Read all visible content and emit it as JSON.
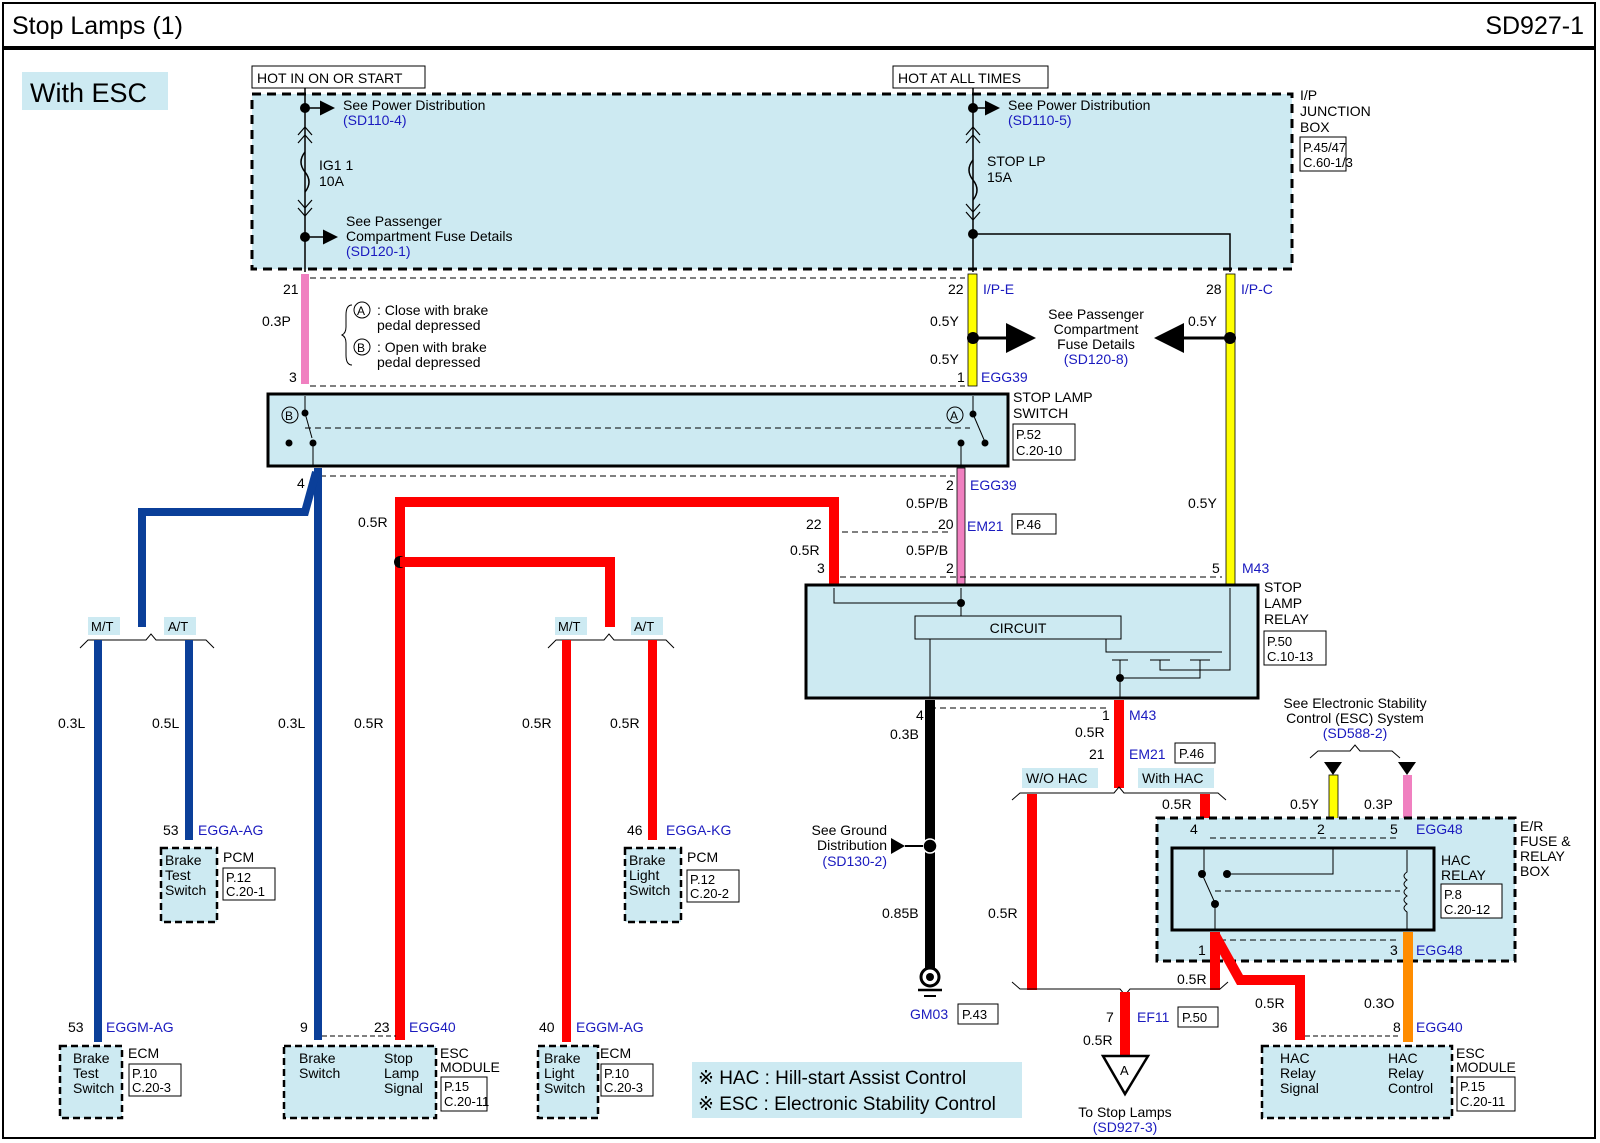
{
  "header": {
    "title": "Stop Lamps (1)",
    "code": "SD927-1"
  },
  "variant_label": "With ESC",
  "colors": {
    "pink": "#f080c0",
    "yellow": "#ffff00",
    "blue": "#0b3f99",
    "red": "#ff0000",
    "black": "#000000",
    "orange": "#ff8c00",
    "box_fill": "#cdeaf2",
    "link_blue": "#1a1abf"
  },
  "power": {
    "hot_on_start": "HOT IN ON OR START",
    "hot_all_times": "HOT AT ALL TIMES",
    "left": {
      "see_power": "See Power Distribution",
      "see_power_ref": "(SD110-4)",
      "fuse_name": "IG1 1",
      "fuse_amp": "10A",
      "see_pass_1": "See Passenger",
      "see_pass_2": "Compartment Fuse Details",
      "see_pass_ref": "(SD120-1)"
    },
    "right": {
      "see_power": "See Power Distribution",
      "see_power_ref": "(SD110-5)",
      "fuse_name": "STOP LP",
      "fuse_amp": "15A"
    },
    "jbox": {
      "l1": "I/P",
      "l2": "JUNCTION",
      "l3": "BOX",
      "ref1": "P.45/47",
      "ref2": "C.60-1/3"
    }
  },
  "jbox_pins": {
    "p21": "21",
    "p22": "22",
    "p22_conn": "I/P-E",
    "p28": "28",
    "p28_conn": "I/P-C"
  },
  "wires": {
    "w_03p": "0.3P",
    "w_05y_a": "0.5Y",
    "w_05y_b": "0.5Y",
    "w_05y_c": "0.5Y",
    "w_05y_d": "0.5Y",
    "w_05pb_a": "0.5P/B",
    "w_05pb_b": "0.5P/B",
    "w_05r_top": "0.5R",
    "w_05r_mid": "0.5R",
    "w_03l_a": "0.3L",
    "w_05l": "0.5L",
    "w_03l_b": "0.3L",
    "w_05r_a": "0.5R",
    "w_05r_b": "0.5R",
    "w_05r_c": "0.5R",
    "w_03b": "0.3B",
    "w_085b": "0.85B",
    "w_05r_m43": "0.5R",
    "w_05r_wo": "0.5R",
    "w_05r_with": "0.5R",
    "w_05r_hac1": "0.5R",
    "w_05r_hac2": "0.5R",
    "w_05r_ef11": "0.5R",
    "w_05y_hac": "0.5Y",
    "w_03p_hac": "0.3P",
    "w_03o": "0.3O"
  },
  "pass_fuse_ref": {
    "l1": "See Passenger",
    "l2": "Compartment",
    "l3": "Fuse Details",
    "ref": "(SD120-8)"
  },
  "legend_ab": {
    "a": ": Close with brake",
    "a2": "pedal depressed",
    "b": ": Open with brake",
    "b2": "pedal depressed",
    "a_sym": "A",
    "b_sym": "B"
  },
  "stop_switch": {
    "pin3": "3",
    "pin1": "1",
    "conn1": "EGG39",
    "pin4": "4",
    "pin2": "2",
    "conn2": "EGG39",
    "l1": "STOP LAMP",
    "l2": "SWITCH",
    "ref1": "P.52",
    "ref2": "C.20-10",
    "a_sym": "A",
    "b_sym": "B"
  },
  "em21_top": {
    "pin22": "22",
    "pin20": "20",
    "conn": "EM21",
    "ref": "P.46"
  },
  "relay": {
    "pin3": "3",
    "pin2": "2",
    "pin5": "5",
    "conn": "M43",
    "circuit": "CIRCUIT",
    "l1": "STOP",
    "l2": "LAMP",
    "l3": "RELAY",
    "ref1": "P.50",
    "ref2": "C.10-13",
    "pin4": "4",
    "pin1": "1",
    "conn_bottom": "M43"
  },
  "branch": {
    "mt1": "M/T",
    "at1": "A/T",
    "mt2": "M/T",
    "at2": "A/T"
  },
  "pcm1": {
    "pin": "53",
    "conn": "EGGA-AG",
    "t1": "Brake",
    "t2": "Test",
    "t3": "Switch",
    "name": "PCM",
    "ref1": "P.12",
    "ref2": "C.20-1"
  },
  "pcm2": {
    "pin": "46",
    "conn": "EGGA-KG",
    "t1": "Brake",
    "t2": "Light",
    "t3": "Switch",
    "name": "PCM",
    "ref1": "P.12",
    "ref2": "C.20-2"
  },
  "ecm1": {
    "pin": "53",
    "conn": "EGGM-AG",
    "t1": "Brake",
    "t2": "Test",
    "t3": "Switch",
    "name": "ECM",
    "ref1": "P.10",
    "ref2": "C.20-3"
  },
  "ecm2": {
    "pin": "40",
    "conn": "EGGM-AG",
    "t1": "Brake",
    "t2": "Light",
    "t3": "Switch",
    "name": "ECM",
    "ref1": "P.10",
    "ref2": "C.20-3"
  },
  "esc1": {
    "pin9": "9",
    "pin23": "23",
    "conn": "EGG40",
    "bs1": "Brake",
    "bs2": "Switch",
    "sl1": "Stop",
    "sl2": "Lamp",
    "sl3": "Signal",
    "n1": "ESC",
    "n2": "MODULE",
    "ref1": "P.15",
    "ref2": "C.20-11"
  },
  "ground": {
    "l1": "See Ground",
    "l2": "Distribution",
    "ref": "(SD130-2)",
    "name": "GM03",
    "page": "P.43"
  },
  "em21_bot": {
    "pin": "21",
    "conn": "EM21",
    "ref": "P.46",
    "wo_hac": "W/O HAC",
    "with_hac": "With HAC"
  },
  "esc_ref": {
    "l1": "See Electronic Stability",
    "l2": "Control (ESC) System",
    "ref": "(SD588-2)"
  },
  "hac": {
    "pin4": "4",
    "pin2": "2",
    "pin5": "5",
    "conn": "EGG48",
    "pin1": "1",
    "pin3": "3",
    "conn3": "EGG48",
    "r1": "HAC",
    "r2": "RELAY",
    "ref1": "P.8",
    "ref2": "C.20-12",
    "b1": "E/R",
    "b2": "FUSE &",
    "b3": "RELAY",
    "b4": "BOX"
  },
  "ef11": {
    "pin": "7",
    "conn": "EF11",
    "ref": "P.50",
    "tri": "A",
    "to1": "To Stop Lamps",
    "to_ref": "(SD927-3)"
  },
  "esc2": {
    "pin36": "36",
    "pin8": "8",
    "conn": "EGG40",
    "s1": "HAC",
    "s2": "Relay",
    "s3": "Signal",
    "c1": "HAC",
    "c2": "Relay",
    "c3": "Control",
    "n1": "ESC",
    "n2": "MODULE",
    "ref1": "P.15",
    "ref2": "C.20-11"
  },
  "notes": {
    "hac": "※ HAC : Hill-start Assist Control",
    "esc": "※ ESC : Electronic Stability Control"
  }
}
